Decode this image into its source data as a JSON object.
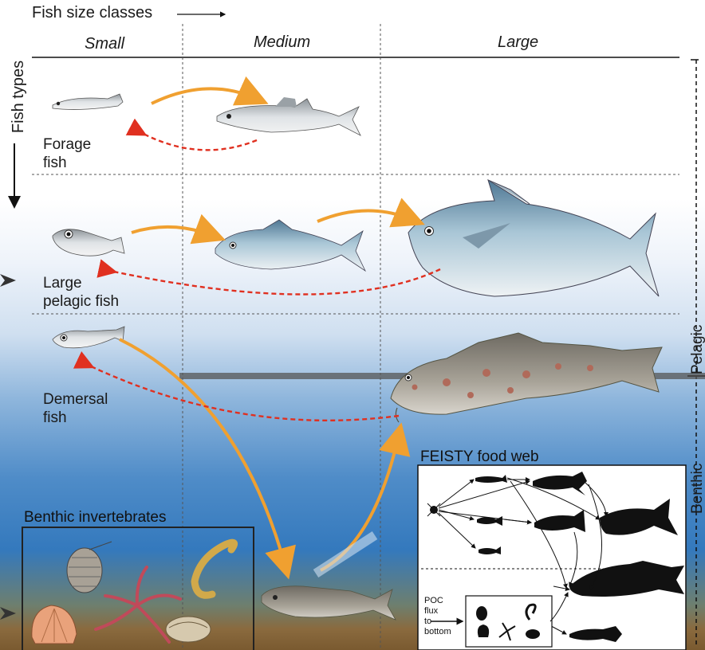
{
  "axis": {
    "size_classes_label": "Fish size classes",
    "fish_types_label": "Fish types",
    "columns": [
      "Small",
      "Medium",
      "Large"
    ]
  },
  "rows": {
    "forage": "Forage\nfish",
    "large_pelagic": "Large\npelagic fish",
    "demersal": "Demersal\nfish"
  },
  "zones": {
    "pelagic": "Pelagic",
    "benthic": "Benthic"
  },
  "benthic_box_title": "Benthic invertebrates",
  "food_web": {
    "title": "FEISTY food web",
    "poc_label": "POC\nflux\nto\nbottom"
  },
  "colors": {
    "growth_arrow": "#f0a030",
    "reproduction_arrow": "#e03020",
    "water_top": "#ffffff",
    "water_deep": "#3479bd",
    "sediment": "#8a6a3e"
  }
}
